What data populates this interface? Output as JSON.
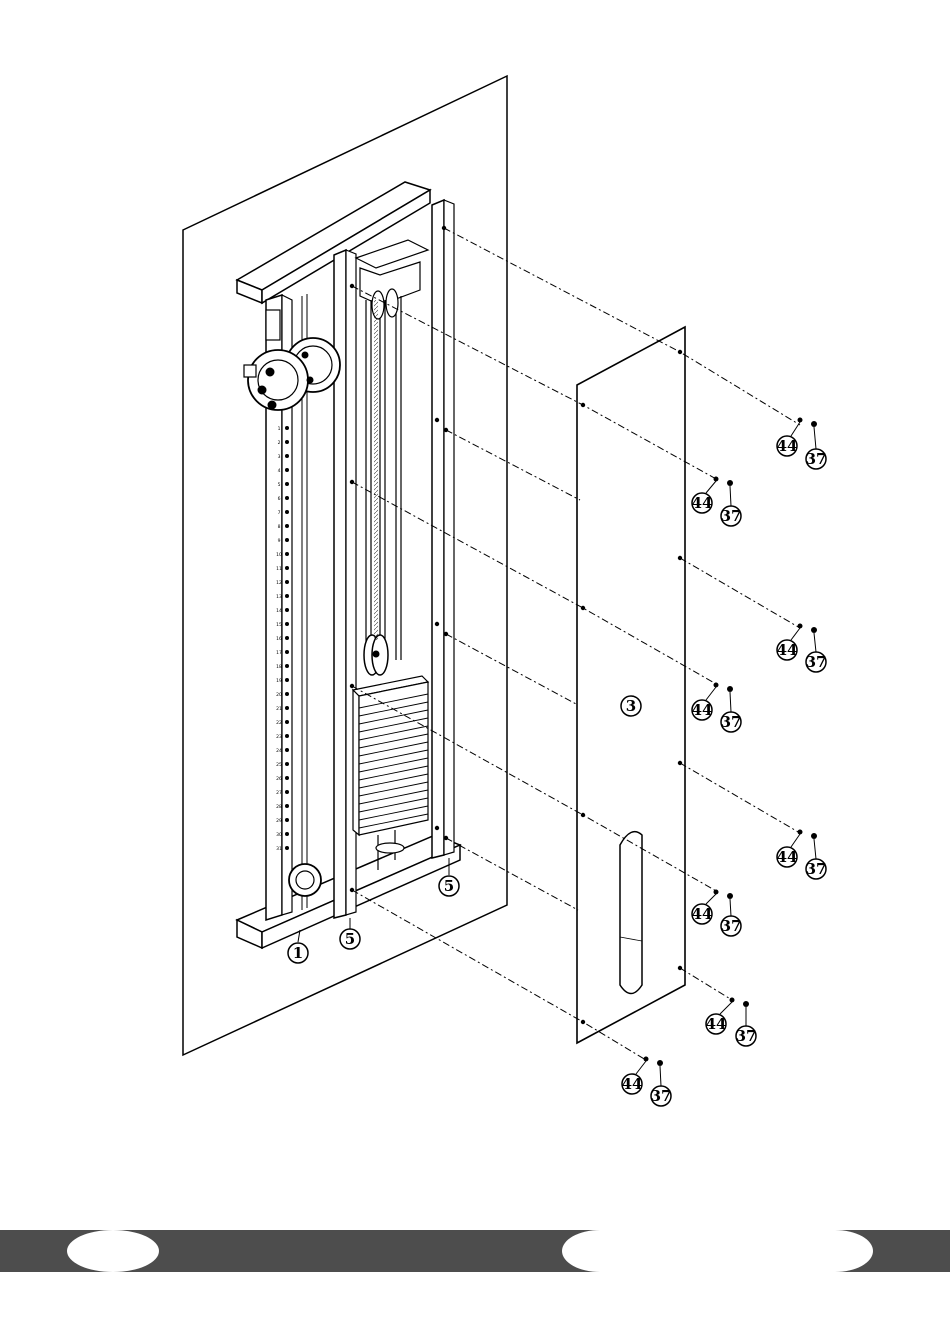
{
  "diagram": {
    "part_labels": {
      "frame": "1",
      "cover_panel": "3",
      "upright_left": "5",
      "upright_right": "5"
    },
    "fastener_labels": {
      "washer": "44",
      "screw": "37"
    },
    "weight_stack_numbers": [
      "1",
      "2",
      "3",
      "4",
      "5",
      "6",
      "7",
      "8",
      "9",
      "10",
      "11",
      "12",
      "13",
      "14",
      "15",
      "16",
      "17",
      "18",
      "19",
      "20",
      "21",
      "22",
      "23",
      "24",
      "25",
      "26",
      "27",
      "28",
      "29",
      "30",
      "31"
    ]
  },
  "footer": {
    "bar_color": "#4d4d4d",
    "pill_color": "#ffffff",
    "page_number": "",
    "section_title": ""
  }
}
